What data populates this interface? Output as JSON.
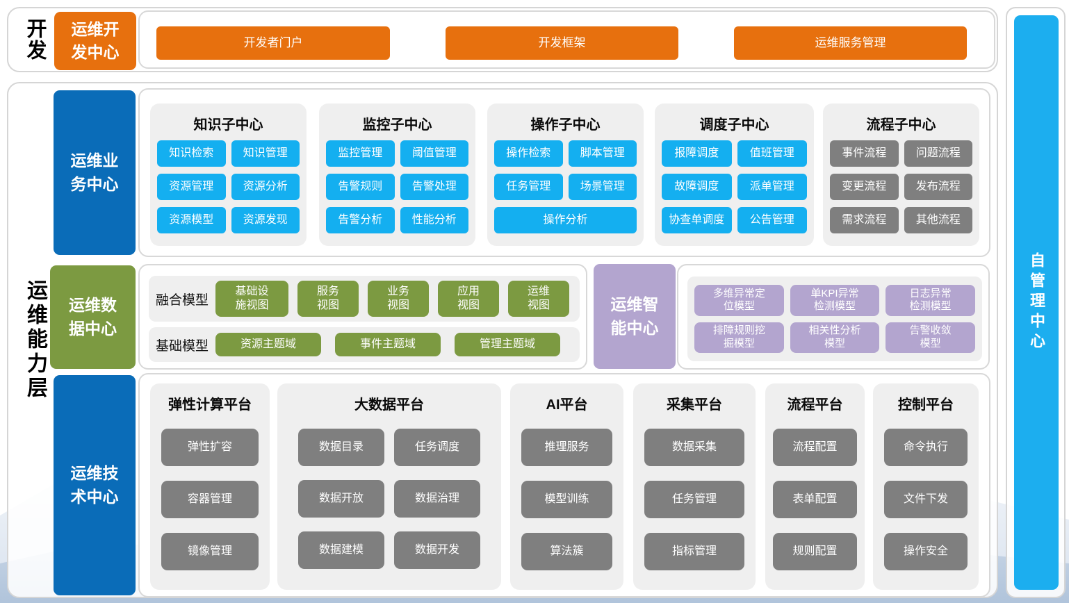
{
  "colors": {
    "orange": "#e7700e",
    "blue": "#0a6cb8",
    "cyan": "#14aff0",
    "green": "#7c9a41",
    "purple": "#b3a5cf",
    "gray_button": "#7f7f7f",
    "panel_bg": "#efefef",
    "frame_border": "#d5d5d5"
  },
  "dev_section": {
    "side_label": "开发",
    "box_label": "运维开\n发中心",
    "buttons": [
      "开发者门户",
      "开发框架",
      "运维服务管理"
    ]
  },
  "capability_layer": {
    "side_label": "运维能力层",
    "business": {
      "box_label": "运维业\n务中心",
      "centers": [
        {
          "title": "知识子中心",
          "buttons": [
            "知识检索",
            "知识管理",
            "资源管理",
            "资源分析",
            "资源模型",
            "资源发现"
          ]
        },
        {
          "title": "监控子中心",
          "buttons": [
            "监控管理",
            "阈值管理",
            "告警规则",
            "告警处理",
            "告警分析",
            "性能分析"
          ]
        },
        {
          "title": "操作子中心",
          "buttons": [
            "操作检索",
            "脚本管理",
            "任务管理",
            "场景管理",
            "操作分析"
          ]
        },
        {
          "title": "调度子中心",
          "buttons": [
            "报障调度",
            "值班管理",
            "故障调度",
            "派单管理",
            "协查单调度",
            "公告管理"
          ]
        },
        {
          "title": "流程子中心",
          "buttons": [
            "事件流程",
            "问题流程",
            "变更流程",
            "发布流程",
            "需求流程",
            "其他流程"
          ]
        }
      ]
    },
    "data_center": {
      "box_label": "运维数\n据中心",
      "fusion_row": {
        "label": "融合模型",
        "buttons": [
          "基础设\n施视图",
          "服务\n视图",
          "业务\n视图",
          "应用\n视图",
          "运维\n视图"
        ]
      },
      "base_row": {
        "label": "基础模型",
        "buttons": [
          "资源主题域",
          "事件主题域",
          "管理主题域"
        ]
      }
    },
    "intelligence": {
      "box_label": "运维智\n能中心",
      "buttons": [
        "多维异常定\n位模型",
        "单KPI异常\n检测模型",
        "日志异常\n检测模型",
        "排障规则挖\n掘模型",
        "相关性分析\n模型",
        "告警收敛\n模型"
      ]
    },
    "technology": {
      "box_label": "运维技\n术中心",
      "platforms": [
        {
          "title": "弹性计算平台",
          "buttons": [
            "弹性扩容",
            "容器管理",
            "镜像管理"
          ]
        },
        {
          "title": "大数据平台",
          "buttons": [
            "数据目录",
            "任务调度",
            "数据开放",
            "数据治理",
            "数据建模",
            "数据开发"
          ]
        },
        {
          "title": "AI平台",
          "buttons": [
            "推理服务",
            "模型训练",
            "算法簇"
          ]
        },
        {
          "title": "采集平台",
          "buttons": [
            "数据采集",
            "任务管理",
            "指标管理"
          ]
        },
        {
          "title": "流程平台",
          "buttons": [
            "流程配置",
            "表单配置",
            "规则配置"
          ]
        },
        {
          "title": "控制平台",
          "buttons": [
            "命令执行",
            "文件下发",
            "操作安全"
          ]
        }
      ]
    }
  },
  "self_management": {
    "label": "自管理中心"
  }
}
